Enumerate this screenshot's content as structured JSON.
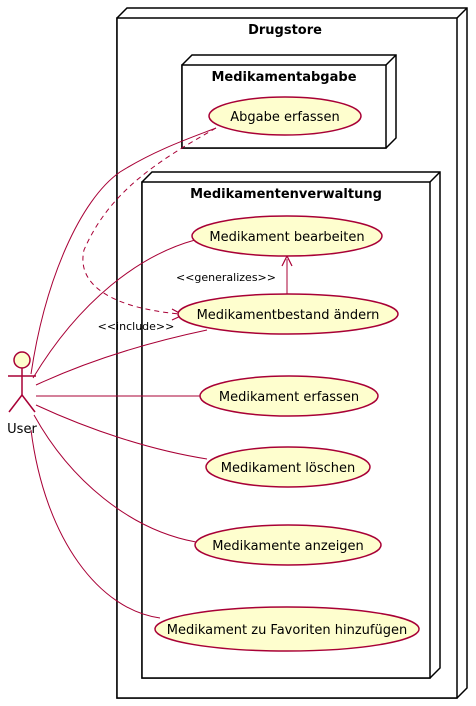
{
  "colors": {
    "line": "#a80036",
    "usecase_fill": "#fefece",
    "node_fill": "#ffffff",
    "node_border": "#000000",
    "actor_fill": "#fefece"
  },
  "nodes": {
    "drugstore": "Drugstore",
    "abgabe": "Medikamentabgabe",
    "verwaltung": "Medikamentenverwaltung"
  },
  "actor": {
    "label": "User"
  },
  "usecases": {
    "abgabe_erfassen": "Abgabe erfassen",
    "bearbeiten": "Medikament bearbeiten",
    "bestand": "Medikamentbestand ändern",
    "erfassen": "Medikament erfassen",
    "loeschen": "Medikament löschen",
    "anzeigen": "Medikamente anzeigen",
    "favoriten": "Medikament zu Favoriten hinzufügen"
  },
  "relations": {
    "generalizes": "<<generalizes>>",
    "include": "<<include>>"
  }
}
